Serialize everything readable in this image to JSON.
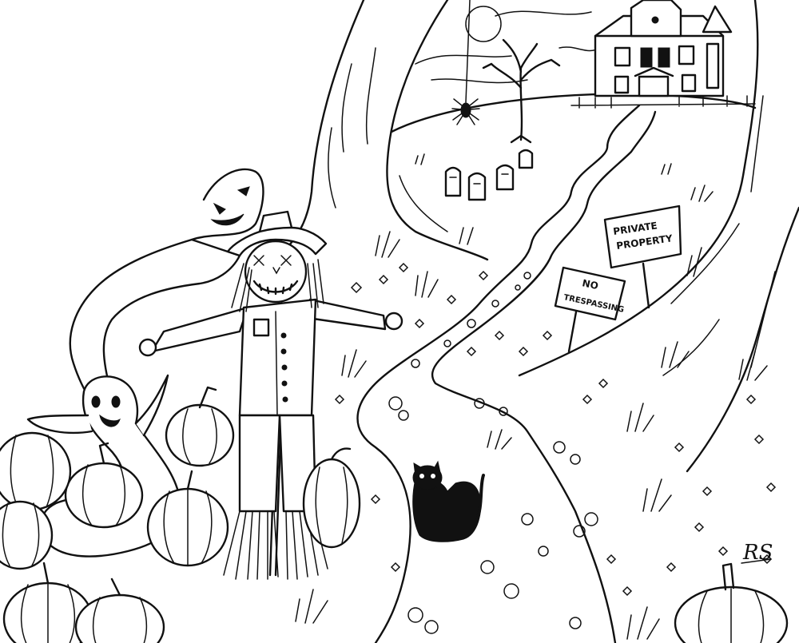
{
  "artwork": {
    "style": "black-and-white line drawing",
    "ink_color": "#111111",
    "paper_color": "#ffffff"
  },
  "signs": {
    "private_property": [
      "PRIVATE",
      "PROPERTY"
    ],
    "no_trespassing": [
      "NO",
      "TRESPASSING"
    ]
  },
  "signature": "RS"
}
